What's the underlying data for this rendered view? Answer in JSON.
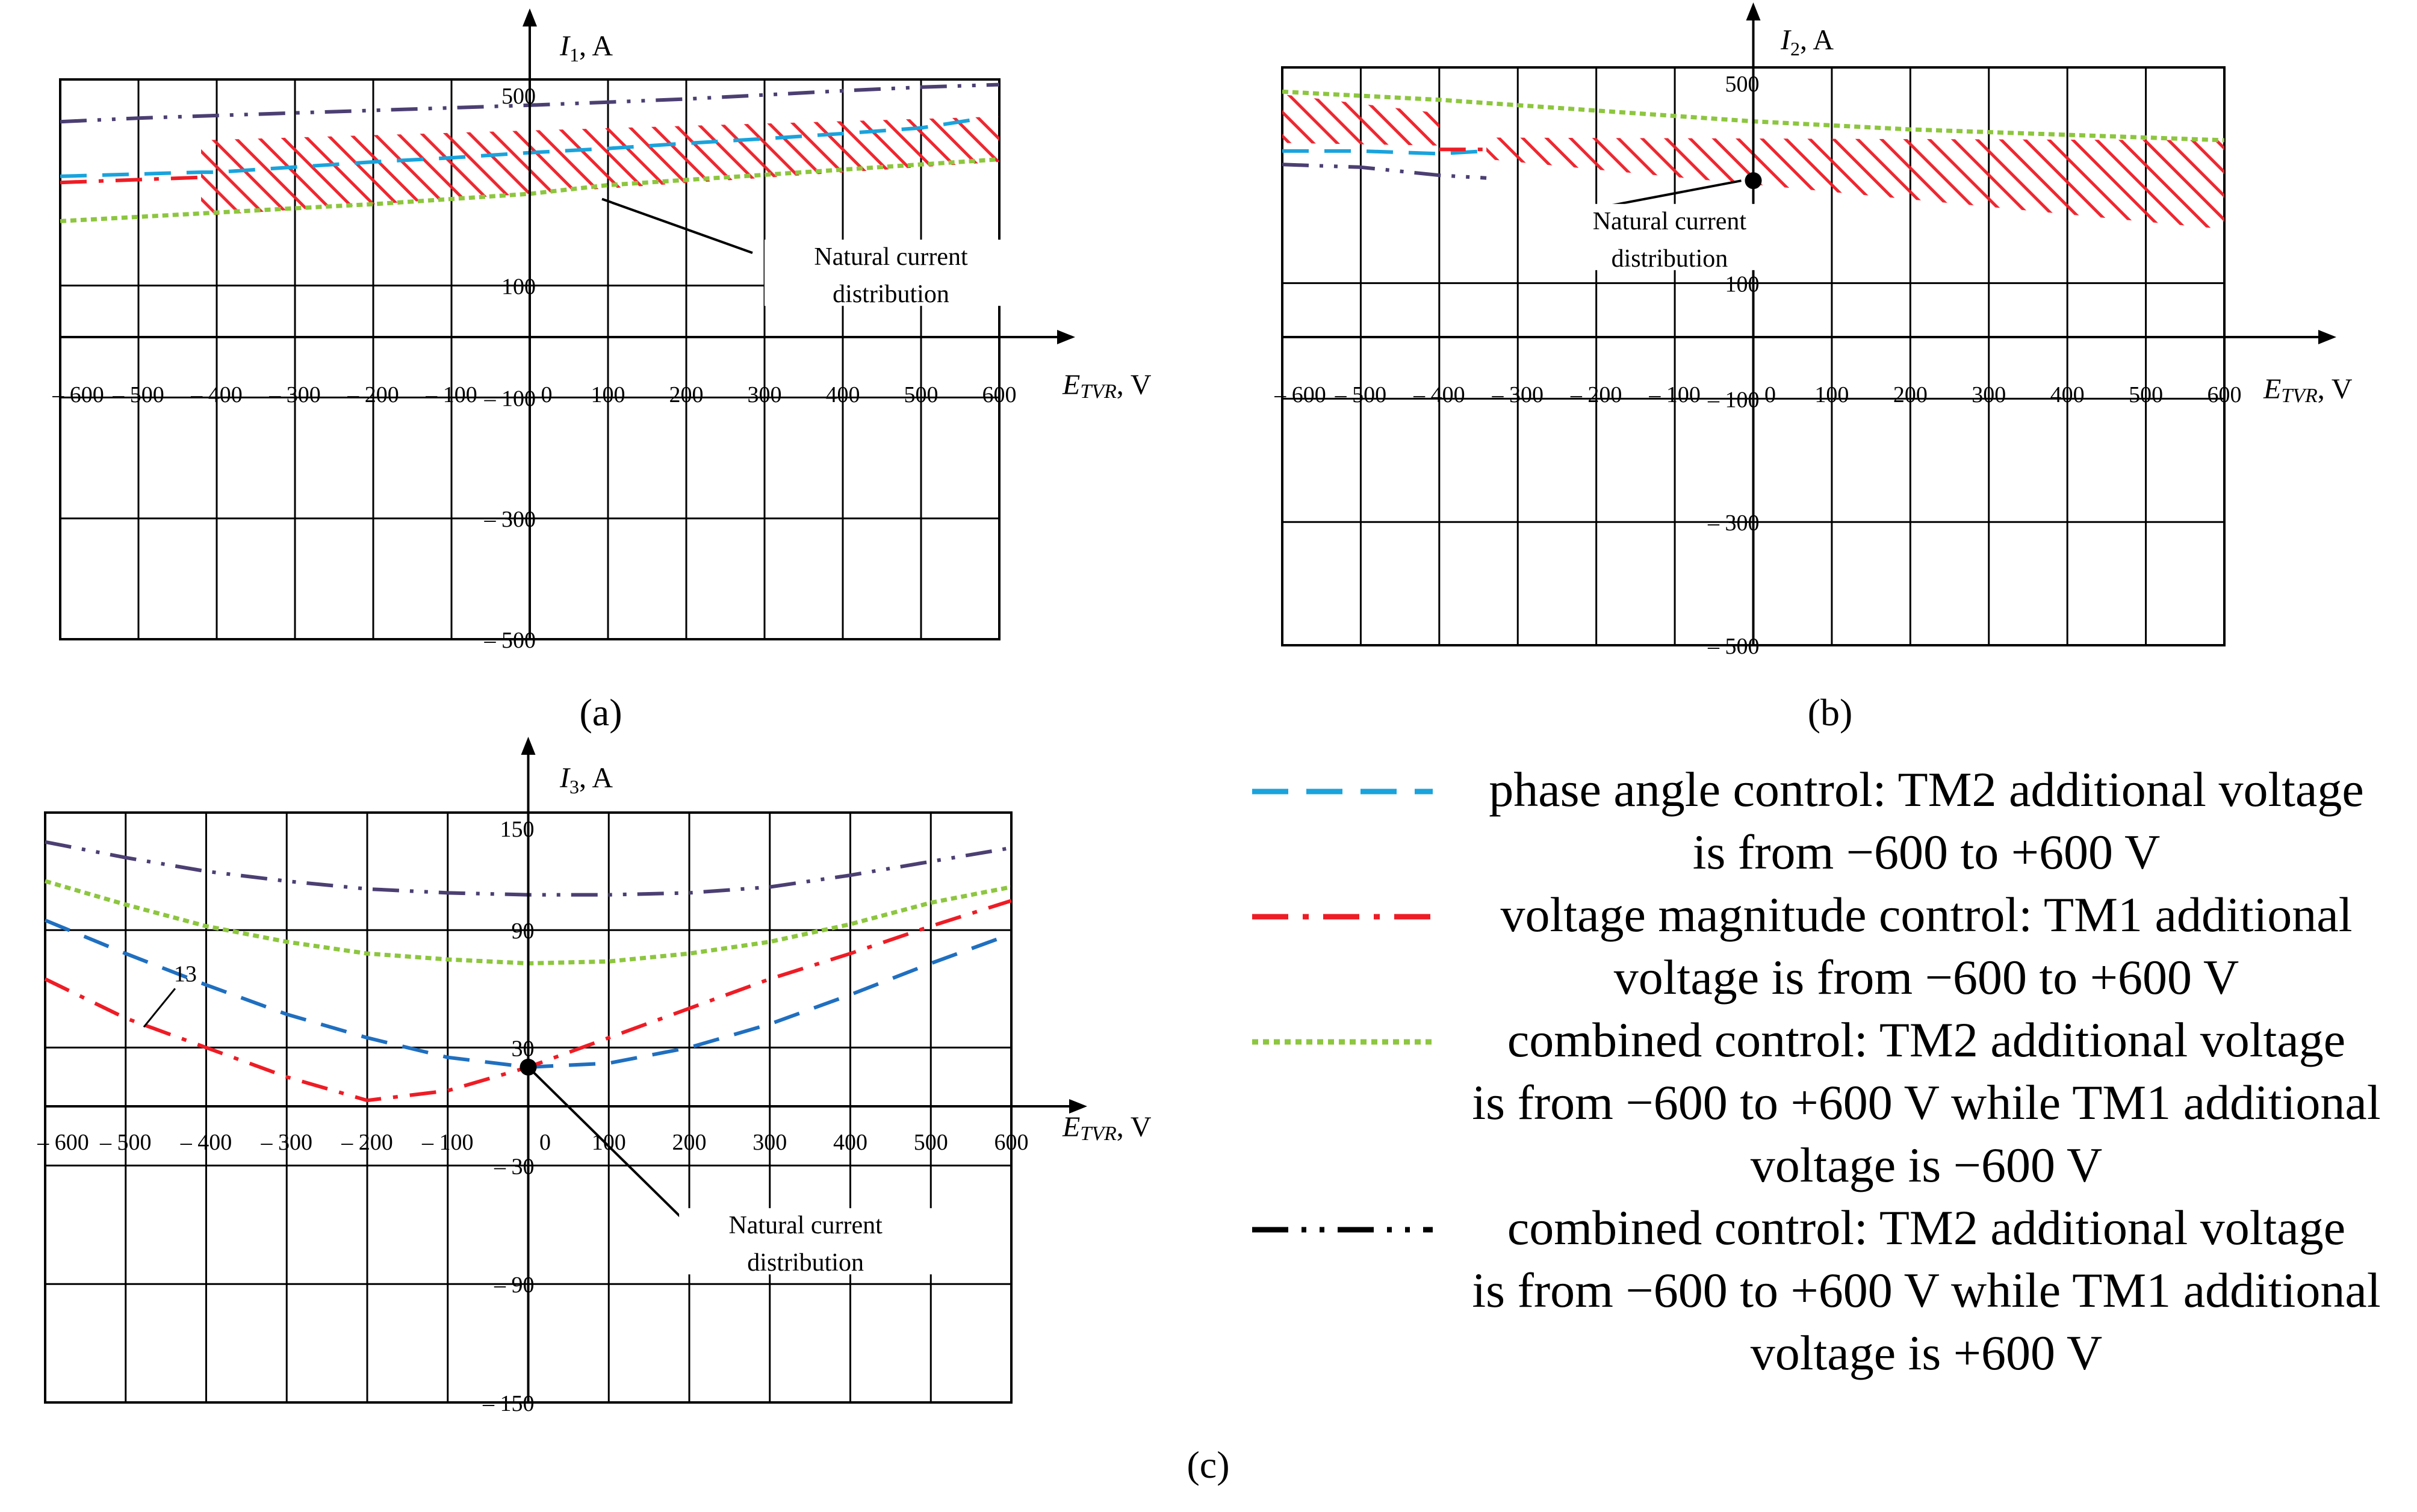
{
  "figure": {
    "panel_labels": [
      "(a)",
      "(b)",
      "(c)"
    ]
  },
  "colors": {
    "phase_angle": "#1aa3dc",
    "voltage_magnitude": "#ee1c25",
    "combined_minus": "#8dc63f",
    "combined_plus": "#4b3f72",
    "curve13_blue": "#1f6fc0",
    "hatch": "#ee1c25"
  },
  "legend": {
    "entries": [
      {
        "key": "phase_angle",
        "style": "dash",
        "line1": "phase angle control: TM2 additional voltage",
        "line2": "is from −600 to +600 V",
        "line3": ""
      },
      {
        "key": "voltage_magnitude",
        "style": "dashdot",
        "line1": "voltage magnitude control: TM1 additional",
        "line2": "voltage is from −600 to +600 V",
        "line3": ""
      },
      {
        "key": "combined_minus",
        "style": "dotted",
        "line1": "combined control: TM2 additional voltage",
        "line2": "is from −600 to +600 V while TM1 additional",
        "line3": "voltage is −600 V"
      },
      {
        "key": "combined_plus",
        "style": "dashdotdot",
        "line1": "combined control: TM2 additional voltage",
        "line2": "is from −600 to +600 V while TM1 additional",
        "line3": "voltage is +600 V"
      }
    ]
  },
  "chart_data": [
    {
      "type": "line",
      "panel": "(a)",
      "ylabel_var": "I",
      "ylabel_sub": "1",
      "ylabel_unit": ", A",
      "xlabel_var": "E",
      "xlabel_sub": "TVR",
      "xlabel_unit": ", V",
      "xlim": [
        -600,
        600
      ],
      "ylim": [
        -500,
        500
      ],
      "x_ticks": [
        -600,
        -500,
        -400,
        -300,
        -200,
        -100,
        0,
        100,
        200,
        300,
        400,
        500,
        600
      ],
      "x_tick_labels": [
        "– 600",
        "– 500",
        "– 400",
        "– 300",
        "– 200",
        "– 100",
        "0",
        "100",
        "200",
        "300",
        "400",
        "500",
        "600"
      ],
      "y_ticks": [
        500,
        100,
        -100,
        -300,
        -500
      ],
      "y_tick_labels": [
        "500",
        "100",
        "– 100",
        "– 300",
        "– 500"
      ],
      "grid": true,
      "annotation": {
        "text1": "Natural current",
        "text2": "distribution",
        "point": [
          0,
          268
        ]
      },
      "band": {
        "x": [
          -420,
          600
        ],
        "upper": [
          382,
          428
        ],
        "lower": [
          235,
          340
        ]
      },
      "series": [
        {
          "key": "phase_angle",
          "x": [
            -600,
            -420,
            -400,
            -300,
            -200,
            -100,
            0,
            100,
            200,
            300,
            400,
            500,
            580
          ],
          "y": [
            312,
            320,
            320,
            330,
            340,
            348,
            358,
            366,
            376,
            385,
            395,
            406,
            425
          ]
        },
        {
          "key": "voltage_magnitude",
          "x": [
            -600,
            -420
          ],
          "y": [
            300,
            310
          ]
        },
        {
          "key": "combined_minus",
          "x": [
            -600,
            -420,
            -300,
            -200,
            -100,
            0,
            100,
            200,
            300,
            400,
            500,
            600
          ],
          "y": [
            225,
            240,
            250,
            258,
            268,
            278,
            295,
            305,
            315,
            325,
            335,
            345
          ]
        },
        {
          "key": "combined_plus",
          "x": [
            -600,
            -500,
            -400,
            -300,
            -200,
            -100,
            0,
            100,
            200,
            300,
            400,
            500,
            600
          ],
          "y": [
            418,
            425,
            430,
            435,
            440,
            445,
            450,
            456,
            462,
            470,
            478,
            485,
            490
          ]
        }
      ]
    },
    {
      "type": "line",
      "panel": "(b)",
      "ylabel_var": "I",
      "ylabel_sub": "2",
      "ylabel_unit": ", A",
      "xlabel_var": "E",
      "xlabel_sub": "TVR",
      "xlabel_unit": ", V",
      "xlim": [
        -600,
        600
      ],
      "ylim": [
        -500,
        500
      ],
      "x_ticks": [
        -600,
        -500,
        -400,
        -300,
        -200,
        -100,
        0,
        100,
        200,
        300,
        400,
        500,
        600
      ],
      "x_tick_labels": [
        "– 600",
        "– 500",
        "– 400",
        "– 300",
        "– 200",
        "– 100",
        "0",
        "100",
        "200",
        "300",
        "400",
        "500",
        "600"
      ],
      "y_ticks": [
        500,
        100,
        -100,
        -300,
        -500
      ],
      "y_tick_labels": [
        "500",
        "100",
        "– 100",
        "– 300",
        "– 500"
      ],
      "grid": true,
      "annotation": {
        "text1": "Natural current",
        "text2": "distribution",
        "point": [
          0,
          290
        ]
      },
      "band_left": {
        "x": [
          -600,
          -400
        ],
        "upper": [
          450,
          415
        ],
        "lower": [
          360,
          355
        ]
      },
      "band": {
        "x": [
          -340,
          600
        ],
        "upper": [
          370,
          365
        ],
        "lower": [
          330,
          200
        ]
      },
      "series": [
        {
          "key": "phase_angle",
          "x": [
            -600,
            -500,
            -400,
            -340
          ],
          "y": [
            345,
            345,
            340,
            345
          ]
        },
        {
          "key": "voltage_magnitude",
          "x": [
            -400,
            -340
          ],
          "y": [
            348,
            348
          ]
        },
        {
          "key": "combined_minus",
          "x": [
            -600,
            -400,
            -200,
            0,
            200,
            400,
            600
          ],
          "y": [
            455,
            440,
            420,
            400,
            385,
            375,
            365
          ]
        },
        {
          "key": "combined_plus",
          "x": [
            -600,
            -500,
            -400,
            -340
          ],
          "y": [
            320,
            315,
            300,
            295
          ]
        }
      ]
    },
    {
      "type": "line",
      "panel": "(c)",
      "ylabel_var": "I",
      "ylabel_sub": "3",
      "ylabel_unit": ", A",
      "xlabel_var": "E",
      "xlabel_sub": "TVR",
      "xlabel_unit": ", V",
      "xlim": [
        -600,
        600
      ],
      "ylim": [
        -150,
        150
      ],
      "x_ticks": [
        -600,
        -500,
        -400,
        -300,
        -200,
        -100,
        0,
        100,
        200,
        300,
        400,
        500,
        600
      ],
      "x_tick_labels": [
        "– 600",
        "– 500",
        "– 400",
        "– 300",
        "– 200",
        "– 100",
        "0",
        "100",
        "200",
        "300",
        "400",
        "500",
        "600"
      ],
      "y_ticks": [
        150,
        90,
        30,
        -30,
        -90,
        -150
      ],
      "y_tick_labels": [
        "150",
        "90",
        "30",
        "– 30",
        "– 90",
        "– 150"
      ],
      "grid": true,
      "annotation": {
        "text1": "Natural current",
        "text2": "distribution",
        "point": [
          0,
          20
        ]
      },
      "curve_label": {
        "text": "13",
        "x": -470,
        "y": 62
      },
      "series": [
        {
          "key": "curve13_blue",
          "x": [
            -600,
            -500,
            -400,
            -300,
            -200,
            -100,
            0,
            100,
            200,
            300,
            400,
            500,
            600
          ],
          "y": [
            95,
            78,
            62,
            47,
            35,
            25,
            20,
            22,
            30,
            42,
            57,
            73,
            88
          ]
        },
        {
          "key": "voltage_magnitude",
          "x": [
            -600,
            -500,
            -400,
            -300,
            -200,
            -100,
            0,
            100,
            200,
            300,
            400,
            500,
            600
          ],
          "y": [
            65,
            45,
            30,
            15,
            3,
            8,
            20,
            35,
            50,
            65,
            78,
            92,
            105
          ]
        },
        {
          "key": "combined_minus",
          "x": [
            -600,
            -500,
            -400,
            -300,
            -200,
            -100,
            0,
            100,
            200,
            300,
            400,
            500,
            600
          ],
          "y": [
            115,
            103,
            92,
            84,
            78,
            75,
            73,
            74,
            78,
            84,
            93,
            104,
            112
          ]
        },
        {
          "key": "combined_plus",
          "x": [
            -600,
            -500,
            -400,
            -300,
            -200,
            -100,
            0,
            100,
            200,
            300,
            400,
            500,
            600
          ],
          "y": [
            135,
            127,
            120,
            115,
            111,
            109,
            108,
            108,
            109,
            112,
            118,
            125,
            132
          ]
        }
      ]
    }
  ]
}
